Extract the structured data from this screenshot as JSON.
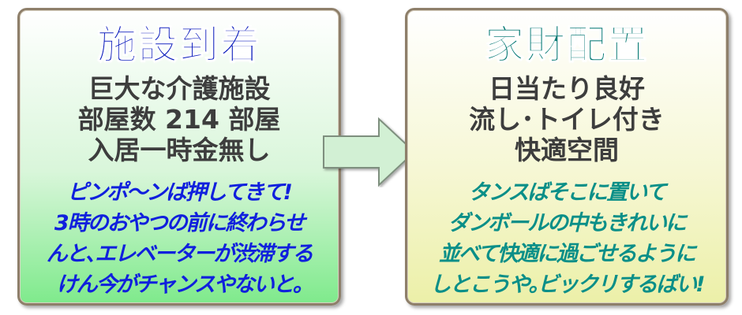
{
  "left_card": {
    "title": "施設到着",
    "info": [
      "巨大な介護施設",
      "部屋数 214 部屋",
      "入居一時金無し"
    ],
    "message": [
      "ピンポ～ンば押してきて!",
      "3時のおやつの前に終わらせ",
      "んと､エレベーターが渋滞する",
      "けん今がチャンスやないと｡"
    ]
  },
  "right_card": {
    "title": "家財配置",
    "info": [
      "日当たり良好",
      "流し･トイレ付き",
      "快適空間"
    ],
    "message": [
      "タンスばそこに置いて",
      "ダンボールの中もきれいに",
      "並べて快適に過ごせるように",
      "しとこうや｡ビックリするばい!"
    ]
  },
  "colors": {
    "left_title": "#0a1bbb",
    "left_message": "#1020dd",
    "right_title": "#087a74",
    "right_message": "#0a8f88",
    "info_text": "#3d3d3d",
    "arrow_fill": "#d2f0d4",
    "border": "#8e7f6a"
  },
  "icons": {
    "arrow": "right-arrow-icon"
  }
}
